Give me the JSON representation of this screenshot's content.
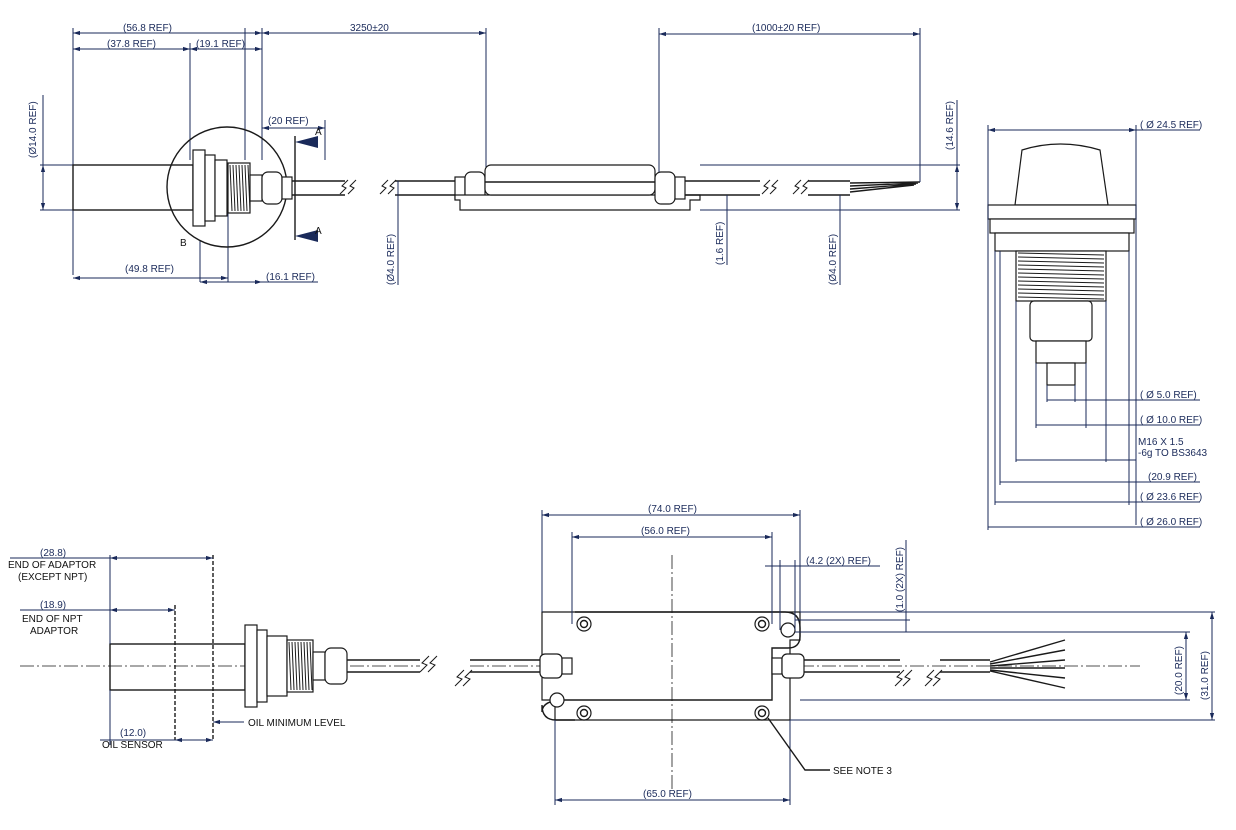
{
  "dimensions": {
    "d56_8": "(56.8 REF)",
    "d37_8": "(37.8 REF)",
    "d19_1": "(19.1 REF)",
    "d3250": "3250±20",
    "d1000": "(1000±20 REF)",
    "d14_0dia": "(Ø14.0 REF)",
    "d20": "(20 REF)",
    "d49_8": "(49.8 REF)",
    "d16_1": "(16.1 REF)",
    "d4_0dia_a": "(Ø4.0 REF)",
    "d1_6": "(1.6 REF)",
    "d4_0dia_b": "(Ø4.0 REF)",
    "d14_6": "(14.6 REF)",
    "d24_5": "( Ø 24.5 REF)",
    "d5_0": "( Ø 5.0 REF)",
    "d10_0": "( Ø 10.0 REF)",
    "thread1": "M16 X 1.5",
    "thread2": "-6g TO BS3643",
    "d20_9": "(20.9 REF)",
    "d23_6": "( Ø 23.6 REF)",
    "d26_0": "( Ø 26.0 REF)",
    "d74_0": "(74.0 REF)",
    "d56_0": "(56.0 REF)",
    "d4_2": "(4.2 (2X) REF)",
    "d1_0": "(1.0 (2X) REF)",
    "d20_0": "(20.0 REF)",
    "d31_0": "(31.0 REF)",
    "d65_0": "(65.0 REF)",
    "d28_8": "(28.8)",
    "d18_9": "(18.9)",
    "d12_0": "(12.0)"
  },
  "notes": {
    "end_adaptor_1": "END OF ADAPTOR",
    "end_adaptor_2": "(EXCEPT NPT)",
    "end_npt_1": "END OF NPT",
    "end_npt_2": "ADAPTOR",
    "oil_sensor": "OIL SENSOR",
    "oil_min": "OIL MINIMUM LEVEL",
    "see_note": "SEE NOTE 3"
  },
  "markers": {
    "section_a_top": "A",
    "section_a_bottom": "A",
    "detail_b": "B"
  }
}
